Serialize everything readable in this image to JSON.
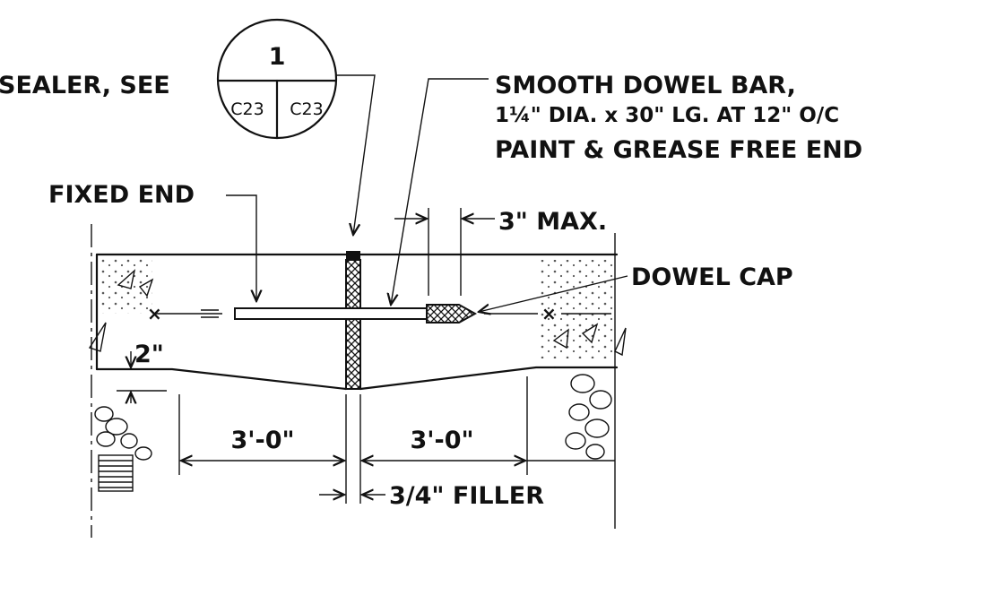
{
  "labels": {
    "sealer": "SEALER, SEE",
    "section_number": "1",
    "section_sheet_left": "C23",
    "section_sheet_right": "C23",
    "dowel_line1": "SMOOTH DOWEL BAR,",
    "dowel_line2": "1¼\" DIA. x 30\" LG. AT 12\" O/C",
    "dowel_line3": "PAINT & GREASE FREE END",
    "fixed_end": "FIXED END",
    "max_3": "3\" MAX.",
    "dowel_cap": "DOWEL CAP",
    "dim_2": "2\"",
    "dim_3ft_left": "3'-0\"",
    "dim_3ft_right": "3'-0\"",
    "filler": "3/4\" FILLER"
  },
  "colors": {
    "ink": "#111111",
    "paper": "#ffffff"
  }
}
